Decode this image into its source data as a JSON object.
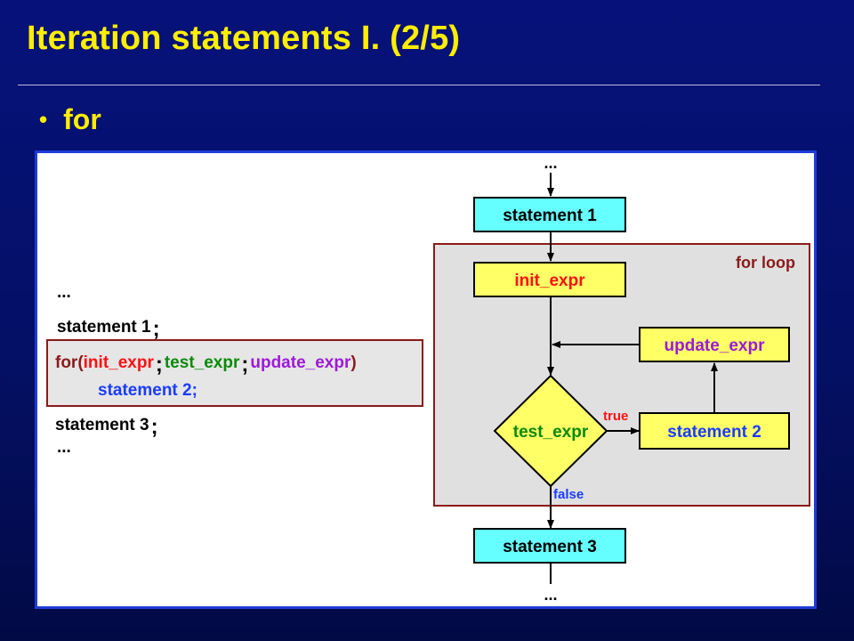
{
  "slide": {
    "title": "Iteration statements I. (2/5)",
    "bullet": "for"
  },
  "code": {
    "ellipsis_top": "...",
    "statement1": "statement 1",
    "semicolon": ";",
    "for_keyword": "for(",
    "init_expr": "init_expr",
    "test_expr": "test_expr",
    "update_expr": "update_expr",
    "close_paren": ")",
    "statement2": "statement 2;",
    "statement3": "statement 3",
    "ellipsis_bottom": "..."
  },
  "flowchart": {
    "ellipsis_top": "...",
    "statement1": "statement 1",
    "loop_label": "for loop",
    "init_expr": "init_expr",
    "update_expr": "update_expr",
    "test_expr": "test_expr",
    "true_label": "true",
    "false_label": "false",
    "statement2": "statement 2",
    "statement3": "statement 3",
    "ellipsis_bottom": "..."
  },
  "colors": {
    "background": "#06127a",
    "title": "#ffee00",
    "panel_border": "#1e3cd8",
    "cyan_box": "#66ffff",
    "yellow_box": "#ffff66",
    "loop_bg": "#e0e0e0",
    "loop_border": "#8b1a1a",
    "init": "#ff1010",
    "test": "#0a8a0a",
    "update": "#9d1ad8",
    "statement2": "#1a3cff"
  }
}
